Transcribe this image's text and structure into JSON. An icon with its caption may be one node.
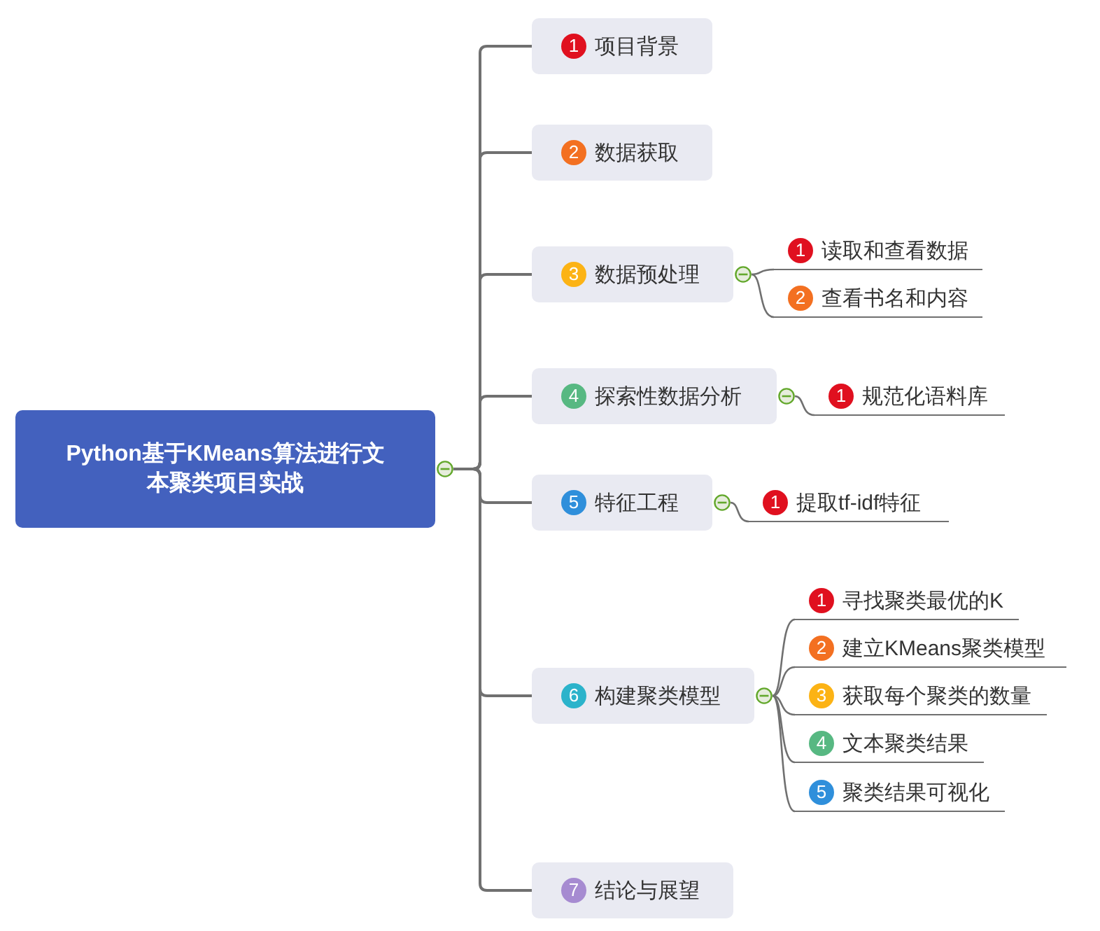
{
  "diagram": {
    "nodes": [
      {
        "text": [
          "Python基于KMeans算法进行文本聚类项目实战"
        ]
      },
      {
        "text": [
          "1",
          "项目背景"
        ]
      },
      {
        "text": [
          "2",
          "数据获取"
        ]
      },
      {
        "text": [
          "3",
          "数据预处理"
        ]
      },
      {
        "text": [
          "1",
          "读取和查看数据"
        ]
      },
      {
        "text": [
          "2",
          "查看书名和内容"
        ]
      },
      {
        "text": [
          "4",
          "探索性数据分析"
        ]
      },
      {
        "text": [
          "1",
          "规范化语料库"
        ]
      },
      {
        "text": [
          "5",
          "特征工程"
        ]
      },
      {
        "text": [
          "1",
          "提取tf-idf特征"
        ]
      },
      {
        "text": [
          "6",
          "构建聚类模型"
        ]
      },
      {
        "text": [
          "1",
          "寻找聚类最优的K"
        ]
      },
      {
        "text": [
          "2",
          "建立KMeans聚类模型"
        ]
      },
      {
        "text": [
          "3",
          "获取每个聚类的数量"
        ]
      },
      {
        "text": [
          "4",
          "文本聚类结果"
        ]
      },
      {
        "text": [
          "5",
          "聚类结果可视化"
        ]
      },
      {
        "text": [
          "7",
          "结论与展望"
        ]
      }
    ],
    "edges": [
      {
        "from": 0,
        "to": 1,
        "arrow": "none"
      },
      {
        "from": 0,
        "to": 2,
        "arrow": "none"
      },
      {
        "from": 0,
        "to": 3,
        "arrow": "none"
      },
      {
        "from": 3,
        "to": 4,
        "arrow": "none"
      },
      {
        "from": 3,
        "to": 5,
        "arrow": "none"
      },
      {
        "from": 0,
        "to": 6,
        "arrow": "none"
      },
      {
        "from": 6,
        "to": 7,
        "arrow": "none"
      },
      {
        "from": 0,
        "to": 8,
        "arrow": "none"
      },
      {
        "from": 8,
        "to": 9,
        "arrow": "none"
      },
      {
        "from": 0,
        "to": 10,
        "arrow": "none"
      },
      {
        "from": 10,
        "to": 11,
        "arrow": "none"
      },
      {
        "from": 10,
        "to": 12,
        "arrow": "none"
      },
      {
        "from": 10,
        "to": 13,
        "arrow": "none"
      },
      {
        "from": 10,
        "to": 14,
        "arrow": "none"
      },
      {
        "from": 10,
        "to": 15,
        "arrow": "none"
      },
      {
        "from": 0,
        "to": 16,
        "arrow": "none"
      }
    ]
  }
}
